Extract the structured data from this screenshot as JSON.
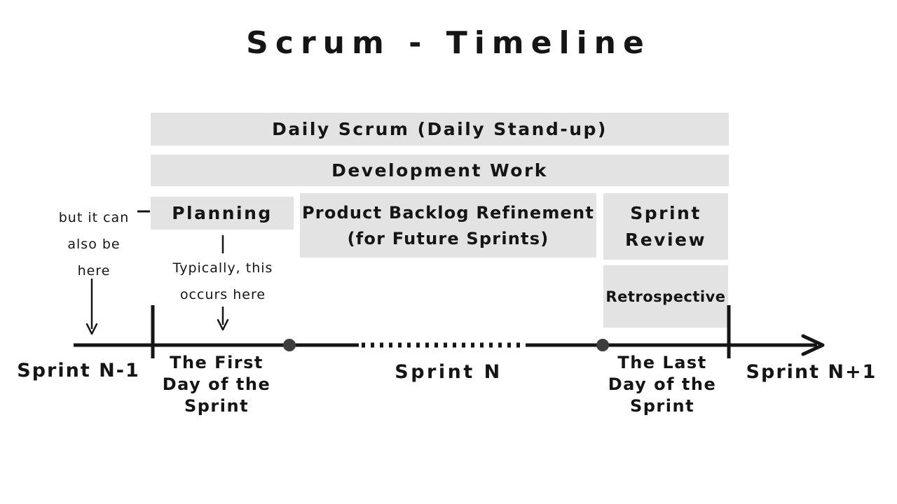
{
  "title": "Scrum - Timeline",
  "bars": {
    "daily_scrum": {
      "label": "Daily Scrum (Daily Stand-up)"
    },
    "development_work": {
      "label": "Development Work"
    },
    "planning": {
      "label": "Planning"
    },
    "backlog_refinement": {
      "line1": "Product Backlog Refinement",
      "line2": "(for Future Sprints)"
    },
    "sprint_review": {
      "line1": "Sprint",
      "line2": "Review"
    },
    "retrospective": {
      "label": "Retrospective"
    }
  },
  "annotations": {
    "alternative": {
      "line1": "but it can",
      "line2": "also be",
      "line3": "here"
    },
    "typical": {
      "line1": "Typically, this",
      "line2": "occurs here"
    }
  },
  "timeline": {
    "sprint_prev": "Sprint N-1",
    "first_day": {
      "line1": "The First",
      "line2": "Day of the",
      "line3": "Sprint"
    },
    "sprint_current": "Sprint N",
    "last_day": {
      "line1": "The Last",
      "line2": "Day of the",
      "line3": "Sprint"
    },
    "sprint_next": "Sprint N+1"
  },
  "colors": {
    "background": "#ffffff",
    "bar_background": "#e3e3e3",
    "ink": "#151515",
    "dot": "#3d3d3d"
  }
}
